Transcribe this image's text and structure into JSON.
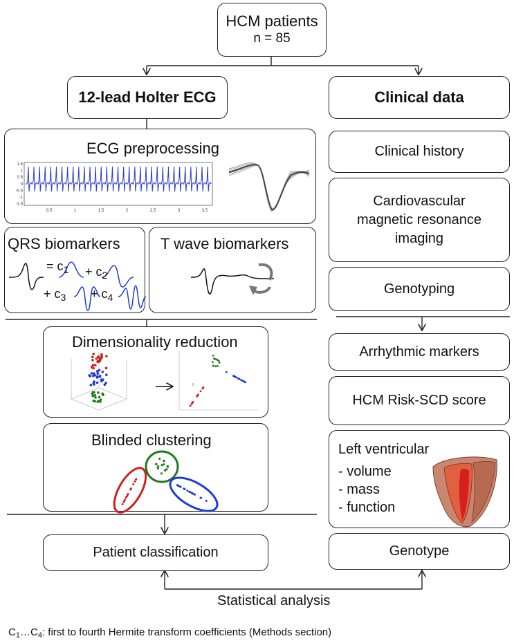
{
  "top": {
    "title": "HCM patients",
    "n": "n = 85"
  },
  "left": {
    "header": "12-lead Holter ECG",
    "ecg_preprocessing": "ECG preprocessing",
    "ecg_axis": {
      "y_ticks": [
        "1.5",
        "1",
        "0.5",
        "0",
        "-0.5",
        "-1",
        "-1.5"
      ],
      "x_ticks": [
        "0.5",
        "1",
        "1.5",
        "2",
        "2.5",
        "3",
        "3.5"
      ]
    },
    "qrs": {
      "title": "QRS biomarkers",
      "eq": "= c",
      "plus": "+ c",
      "sub": [
        "1",
        "2",
        "3",
        "4"
      ]
    },
    "twave": "T wave biomarkers",
    "dimred": "Dimensionality reduction",
    "clustering": "Blinded clustering",
    "classification": "Patient classification"
  },
  "right": {
    "header": "Clinical data",
    "history": "Clinical history",
    "cmr": [
      "Cardiovascular",
      "magnetic resonance",
      "imaging"
    ],
    "genotyping": "Genotyping",
    "arrhythmic": "Arrhythmic markers",
    "risk": "HCM Risk-SCD score",
    "lv": {
      "title": "Left ventricular",
      "items": [
        "- volume",
        "- mass",
        "- function"
      ]
    },
    "genotype": "Genotype"
  },
  "bottom": {
    "statistical": "Statistical analysis",
    "footnote_pre": "C",
    "footnote_sub1": "1",
    "footnote_mid": "…C",
    "footnote_sub4": "4",
    "footnote_text": ": first to fourth Hermite transform coefficients (Methods section)"
  },
  "colors": {
    "ink": "#111111",
    "blue": "#1f3bd6",
    "red": "#cc1f1f",
    "green": "#1e7a1e",
    "heart": "#c0504d"
  }
}
